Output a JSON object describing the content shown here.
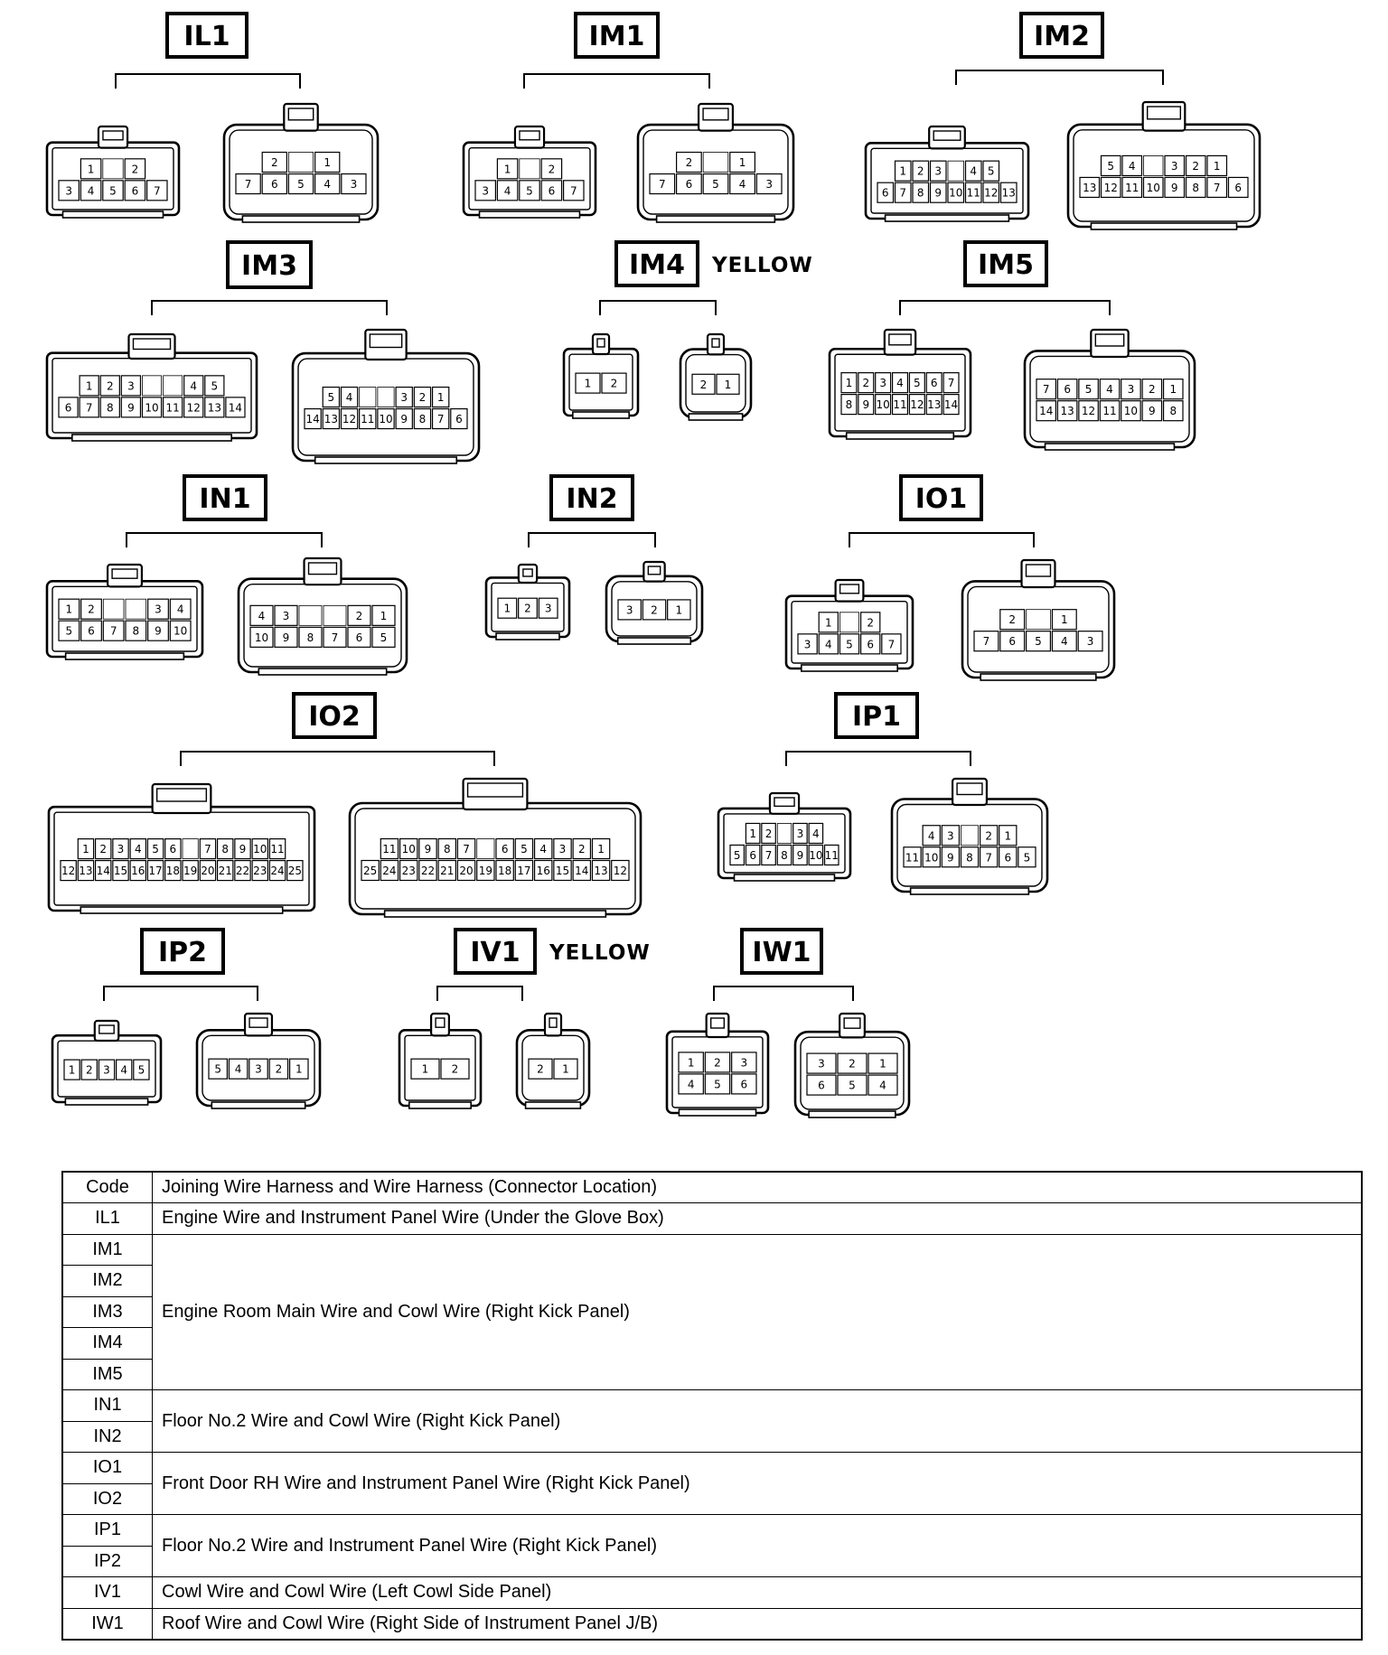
{
  "connector_groups": [
    {
      "code": "IL1",
      "note": "",
      "female": {
        "rows": [
          [
            "1",
            "",
            "2"
          ],
          [
            "3",
            "4",
            "5",
            "6",
            "7"
          ]
        ]
      },
      "male": {
        "rows": [
          [
            "2",
            "",
            "1"
          ],
          [
            "7",
            "6",
            "5",
            "4",
            "3"
          ]
        ]
      }
    },
    {
      "code": "IM1",
      "note": "",
      "female": {
        "rows": [
          [
            "1",
            "",
            "2"
          ],
          [
            "3",
            "4",
            "5",
            "6",
            "7"
          ]
        ]
      },
      "male": {
        "rows": [
          [
            "2",
            "",
            "1"
          ],
          [
            "7",
            "6",
            "5",
            "4",
            "3"
          ]
        ]
      }
    },
    {
      "code": "IM2",
      "note": "",
      "female": {
        "rows": [
          [
            "1",
            "2",
            "3",
            "",
            "4",
            "5"
          ],
          [
            "6",
            "7",
            "8",
            "9",
            "10",
            "11",
            "12",
            "13"
          ]
        ]
      },
      "male": {
        "rows": [
          [
            "5",
            "4",
            "",
            "3",
            "2",
            "1"
          ],
          [
            "13",
            "12",
            "11",
            "10",
            "9",
            "8",
            "7",
            "6"
          ]
        ]
      }
    },
    {
      "code": "IM3",
      "note": "",
      "female": {
        "rows": [
          [
            "1",
            "2",
            "3",
            "",
            "",
            "4",
            "5"
          ],
          [
            "6",
            "7",
            "8",
            "9",
            "10",
            "11",
            "12",
            "13",
            "14"
          ]
        ]
      },
      "male": {
        "rows": [
          [
            "5",
            "4",
            "",
            "",
            "3",
            "2",
            "1"
          ],
          [
            "14",
            "13",
            "12",
            "11",
            "10",
            "9",
            "8",
            "7",
            "6"
          ]
        ]
      }
    },
    {
      "code": "IM4",
      "note": "YELLOW",
      "female": {
        "rows": [
          [
            "1",
            "2"
          ]
        ]
      },
      "male": {
        "rows": [
          [
            "2",
            "1"
          ]
        ]
      }
    },
    {
      "code": "IM5",
      "note": "",
      "female": {
        "rows": [
          [
            "1",
            "2",
            "3",
            "4",
            "5",
            "6",
            "7"
          ],
          [
            "8",
            "9",
            "10",
            "11",
            "12",
            "13",
            "14"
          ]
        ]
      },
      "male": {
        "rows": [
          [
            "7",
            "6",
            "5",
            "4",
            "3",
            "2",
            "1"
          ],
          [
            "14",
            "13",
            "12",
            "11",
            "10",
            "9",
            "8"
          ]
        ]
      }
    },
    {
      "code": "IN1",
      "note": "",
      "female": {
        "rows": [
          [
            "1",
            "2",
            "",
            "",
            "3",
            "4"
          ],
          [
            "5",
            "6",
            "7",
            "8",
            "9",
            "10"
          ]
        ]
      },
      "male": {
        "rows": [
          [
            "4",
            "3",
            "",
            "",
            "2",
            "1"
          ],
          [
            "10",
            "9",
            "8",
            "7",
            "6",
            "5"
          ]
        ]
      }
    },
    {
      "code": "IN2",
      "note": "",
      "female": {
        "rows": [
          [
            "1",
            "2",
            "3"
          ]
        ]
      },
      "male": {
        "rows": [
          [
            "3",
            "2",
            "1"
          ]
        ]
      }
    },
    {
      "code": "IO1",
      "note": "",
      "female": {
        "rows": [
          [
            "1",
            "",
            "2"
          ],
          [
            "3",
            "4",
            "5",
            "6",
            "7"
          ]
        ]
      },
      "male": {
        "rows": [
          [
            "2",
            "",
            "1"
          ],
          [
            "7",
            "6",
            "5",
            "4",
            "3"
          ]
        ]
      }
    },
    {
      "code": "IO2",
      "note": "",
      "female": {
        "rows": [
          [
            "1",
            "2",
            "3",
            "4",
            "5",
            "6",
            "",
            "7",
            "8",
            "9",
            "10",
            "11"
          ],
          [
            "12",
            "13",
            "14",
            "15",
            "16",
            "17",
            "18",
            "19",
            "20",
            "21",
            "22",
            "23",
            "24",
            "25"
          ]
        ]
      },
      "male": {
        "rows": [
          [
            "11",
            "10",
            "9",
            "8",
            "7",
            "",
            "6",
            "5",
            "4",
            "3",
            "2",
            "1"
          ],
          [
            "25",
            "24",
            "23",
            "22",
            "21",
            "20",
            "19",
            "18",
            "17",
            "16",
            "15",
            "14",
            "13",
            "12"
          ]
        ]
      }
    },
    {
      "code": "IP1",
      "note": "",
      "female": {
        "rows": [
          [
            "1",
            "2",
            "",
            "3",
            "4"
          ],
          [
            "5",
            "6",
            "7",
            "8",
            "9",
            "10",
            "11"
          ]
        ]
      },
      "male": {
        "rows": [
          [
            "4",
            "3",
            "",
            "2",
            "1"
          ],
          [
            "11",
            "10",
            "9",
            "8",
            "7",
            "6",
            "5"
          ]
        ]
      }
    },
    {
      "code": "IP2",
      "note": "",
      "female": {
        "rows": [
          [
            "1",
            "2",
            "3",
            "4",
            "5"
          ]
        ]
      },
      "male": {
        "rows": [
          [
            "5",
            "4",
            "3",
            "2",
            "1"
          ]
        ]
      }
    },
    {
      "code": "IV1",
      "note": "YELLOW",
      "female": {
        "rows": [
          [
            "1",
            "2"
          ]
        ]
      },
      "male": {
        "rows": [
          [
            "2",
            "1"
          ]
        ]
      }
    },
    {
      "code": "IW1",
      "note": "",
      "female": {
        "rows": [
          [
            "1",
            "2",
            "3"
          ],
          [
            "4",
            "5",
            "6"
          ]
        ]
      },
      "male": {
        "rows": [
          [
            "3",
            "2",
            "1"
          ],
          [
            "6",
            "5",
            "4"
          ]
        ]
      }
    }
  ],
  "table": {
    "headers": [
      "Code",
      "Joining Wire Harness and Wire Harness (Connector Location)"
    ],
    "rows": [
      {
        "codes": [
          "IL1"
        ],
        "location": "Engine Wire and Instrument Panel Wire (Under the Glove Box)"
      },
      {
        "codes": [
          "IM1",
          "IM2",
          "IM3",
          "IM4",
          "IM5"
        ],
        "location": "Engine Room Main Wire and Cowl Wire (Right Kick Panel)"
      },
      {
        "codes": [
          "IN1",
          "IN2"
        ],
        "location": "Floor No.2 Wire and Cowl Wire (Right Kick Panel)"
      },
      {
        "codes": [
          "IO1",
          "IO2"
        ],
        "location": "Front Door RH Wire and Instrument Panel Wire (Right Kick Panel)"
      },
      {
        "codes": [
          "IP1",
          "IP2"
        ],
        "location": "Floor No.2 Wire and Instrument Panel Wire (Right Kick Panel)"
      },
      {
        "codes": [
          "IV1"
        ],
        "location": "Cowl Wire and Cowl Wire (Left Cowl Side Panel)"
      },
      {
        "codes": [
          "IW1"
        ],
        "location": "Roof Wire and Cowl Wire (Right Side of Instrument Panel J/B)"
      }
    ]
  }
}
